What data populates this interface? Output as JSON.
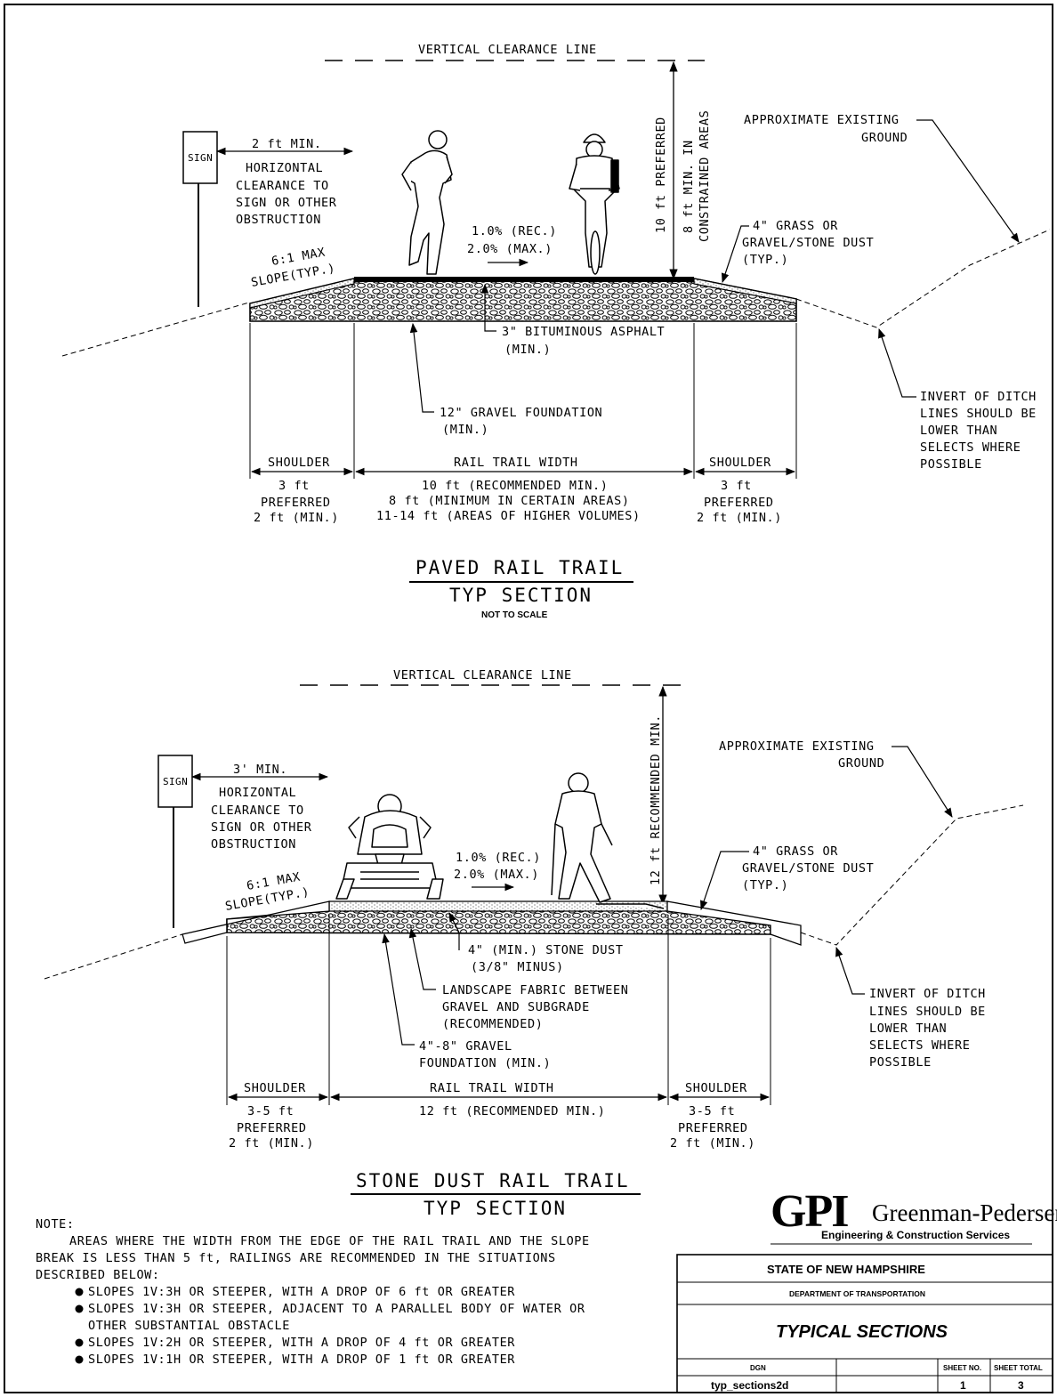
{
  "paved": {
    "vertical_clearance": "VERTICAL CLEARANCE LINE",
    "clearance_pref": "10 ft PREFERRED",
    "clearance_min_1": "8 ft MIN. IN",
    "clearance_min_2": "CONSTRAINED AREAS",
    "sign": "SIGN",
    "horiz_min": "2 ft MIN.",
    "horiz_1": "HORIZONTAL",
    "horiz_2": "CLEARANCE TO",
    "horiz_3": "SIGN OR OTHER",
    "horiz_4": "OBSTRUCTION",
    "slope_1": "6:1 MAX",
    "slope_2": "SLOPE(TYP.)",
    "cross_1": "1.0% (REC.)",
    "cross_2": "2.0% (MAX.)",
    "existing_1": "APPROXIMATE EXISTING",
    "existing_2": "GROUND",
    "grass_1": "4\" GRASS OR",
    "grass_2": "GRAVEL/STONE DUST",
    "grass_3": "(TYP.)",
    "asphalt_1": "3\" BITUMINOUS ASPHALT",
    "asphalt_2": "(MIN.)",
    "gravel_1": "12\" GRAVEL FOUNDATION",
    "gravel_2": "(MIN.)",
    "ditch_1": "INVERT OF DITCH",
    "ditch_2": "LINES SHOULD BE",
    "ditch_3": "LOWER THAN",
    "ditch_4": "SELECTS WHERE",
    "ditch_5": "POSSIBLE",
    "shoulder": "SHOULDER",
    "trail_width": "RAIL TRAIL WIDTH",
    "sh_left_1": "3 ft",
    "sh_left_2": "PREFERRED",
    "sh_left_3": "2 ft (MIN.)",
    "width_1": "10 ft (RECOMMENDED MIN.)",
    "width_2": "8 ft (MINIMUM IN CERTAIN AREAS)",
    "width_3": "11-14 ft (AREAS OF HIGHER VOLUMES)",
    "sh_right_1": "3 ft",
    "sh_right_2": "PREFERRED",
    "sh_right_3": "2 ft (MIN.)",
    "title": "PAVED RAIL TRAIL",
    "subtitle": "TYP SECTION",
    "scale": "NOT TO SCALE"
  },
  "stone": {
    "vertical_clearance": "VERTICAL CLEARANCE LINE",
    "clearance": "12 ft RECOMMENDED MIN.",
    "sign": "SIGN",
    "horiz_min": "3' MIN.",
    "horiz_1": "HORIZONTAL",
    "horiz_2": "CLEARANCE TO",
    "horiz_3": "SIGN OR OTHER",
    "horiz_4": "OBSTRUCTION",
    "slope_1": "6:1 MAX",
    "slope_2": "SLOPE(TYP.)",
    "cross_1": "1.0% (REC.)",
    "cross_2": "2.0% (MAX.)",
    "existing_1": "APPROXIMATE EXISTING",
    "existing_2": "GROUND",
    "grass_1": "4\" GRASS OR",
    "grass_2": "GRAVEL/STONE DUST",
    "grass_3": "(TYP.)",
    "dust_1": "4\" (MIN.) STONE DUST",
    "dust_2": "(3/8\" MINUS)",
    "fabric_1": "LANDSCAPE FABRIC BETWEEN",
    "fabric_2": "GRAVEL AND SUBGRADE",
    "fabric_3": "(RECOMMENDED)",
    "gravel_1": "4\"-8\" GRAVEL",
    "gravel_2": "FOUNDATION (MIN.)",
    "ditch_1": "INVERT OF DITCH",
    "ditch_2": "LINES SHOULD BE",
    "ditch_3": "LOWER THAN",
    "ditch_4": "SELECTS WHERE",
    "ditch_5": "POSSIBLE",
    "shoulder": "SHOULDER",
    "trail_width": "RAIL TRAIL WIDTH",
    "sh_left_1": "3-5 ft",
    "sh_left_2": "PREFERRED",
    "sh_left_3": "2 ft (MIN.)",
    "width_1": "12 ft (RECOMMENDED MIN.)",
    "sh_right_1": "3-5 ft",
    "sh_right_2": "PREFERRED",
    "sh_right_3": "2 ft (MIN.)",
    "title": "STONE DUST RAIL TRAIL",
    "subtitle": "TYP SECTION"
  },
  "note": {
    "heading": "NOTE:",
    "line_1": "AREAS WHERE THE WIDTH FROM THE EDGE OF THE RAIL TRAIL AND THE SLOPE",
    "line_2": "BREAK IS LESS THAN 5 ft, RAILINGS ARE RECOMMENDED IN THE SITUATIONS",
    "line_3": "DESCRIBED BELOW:",
    "bullet_1": "SLOPES 1V:3H OR STEEPER, WITH A DROP OF 6 ft OR GREATER",
    "bullet_2a": "SLOPES 1V:3H OR STEEPER, ADJACENT TO A PARALLEL BODY OF WATER OR",
    "bullet_2b": "OTHER SUBSTANTIAL OBSTACLE",
    "bullet_3": "SLOPES 1V:2H OR STEEPER, WITH A DROP OF 4 ft OR GREATER",
    "bullet_4": "SLOPES 1V:1H OR STEEPER, WITH A DROP OF 1 ft OR GREATER"
  },
  "logo": {
    "mark": "GPI",
    "name": "Greenman-Pedersen, Inc.",
    "tagline": "Engineering & Construction Services"
  },
  "title_block": {
    "state": "STATE OF NEW HAMPSHIRE",
    "department": "DEPARTMENT OF TRANSPORTATION",
    "title": "TYPICAL SECTIONS",
    "dgn_label": "DGN",
    "sheet_no_label": "SHEET NO.",
    "sheet_total_label": "SHEET TOTAL",
    "dgn_value": "typ_sections2d",
    "sheet_no": "1",
    "sheet_total": "3"
  }
}
